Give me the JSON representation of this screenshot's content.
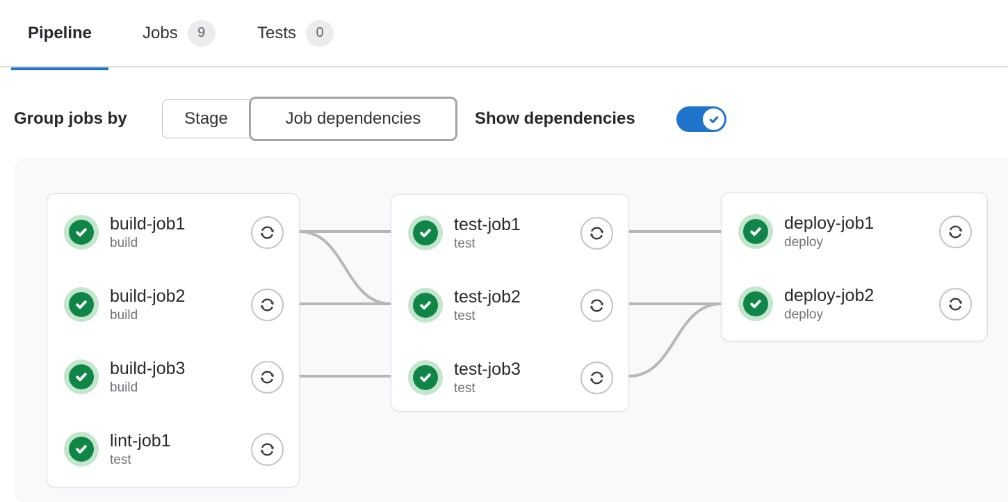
{
  "tabs": [
    {
      "label": "Pipeline",
      "active": true
    },
    {
      "label": "Jobs",
      "badge": "9",
      "active": false
    },
    {
      "label": "Tests",
      "badge": "0",
      "active": false
    }
  ],
  "controls": {
    "group_jobs_by_label": "Group jobs by",
    "stage_button": "Stage",
    "job_dependencies_button": "Job dependencies",
    "selected_grouping": "Job dependencies",
    "show_dependencies_label": "Show dependencies",
    "show_dependencies_enabled": true
  },
  "colors": {
    "accent_blue": "#1f75cb",
    "success_green": "#108548",
    "success_green_ring": "#c3e6cd",
    "panel_background": "#f9f9fb",
    "card_border": "#dcdcde",
    "dependency_line": "#b7b7bb"
  },
  "graph": {
    "groups": [
      {
        "jobs": [
          {
            "name": "build-job1",
            "stage": "build",
            "status": "success"
          },
          {
            "name": "build-job2",
            "stage": "build",
            "status": "success"
          },
          {
            "name": "build-job3",
            "stage": "build",
            "status": "success"
          },
          {
            "name": "lint-job1",
            "stage": "test",
            "status": "success"
          }
        ]
      },
      {
        "jobs": [
          {
            "name": "test-job1",
            "stage": "test",
            "status": "success"
          },
          {
            "name": "test-job2",
            "stage": "test",
            "status": "success"
          },
          {
            "name": "test-job3",
            "stage": "test",
            "status": "success"
          }
        ]
      },
      {
        "jobs": [
          {
            "name": "deploy-job1",
            "stage": "deploy",
            "status": "success"
          },
          {
            "name": "deploy-job2",
            "stage": "deploy",
            "status": "success"
          }
        ]
      }
    ],
    "dependencies": [
      {
        "from": "build-job1",
        "to": "test-job1"
      },
      {
        "from": "build-job1",
        "to": "test-job2"
      },
      {
        "from": "build-job2",
        "to": "test-job2"
      },
      {
        "from": "build-job3",
        "to": "test-job3"
      },
      {
        "from": "test-job1",
        "to": "deploy-job1"
      },
      {
        "from": "test-job2",
        "to": "deploy-job2"
      },
      {
        "from": "test-job3",
        "to": "deploy-job2"
      }
    ]
  }
}
